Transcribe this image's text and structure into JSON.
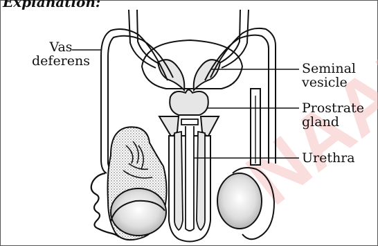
{
  "heading": "Explanation:",
  "labels": {
    "vas_deferens": "Vas\ndeferens",
    "seminal_vesicle": "Seminal\nvesicle",
    "prostate_gland": "Prostrate\ngland",
    "urethra": "Urethra"
  },
  "watermark_text": "NAAI",
  "colors": {
    "outline": "#111111",
    "tissue": "#ffffff",
    "shaded_tissue": "#e6e6e6",
    "testis_fill": "#cfcfcf",
    "watermark": "#f4b5b5",
    "page_border": "#555555"
  }
}
